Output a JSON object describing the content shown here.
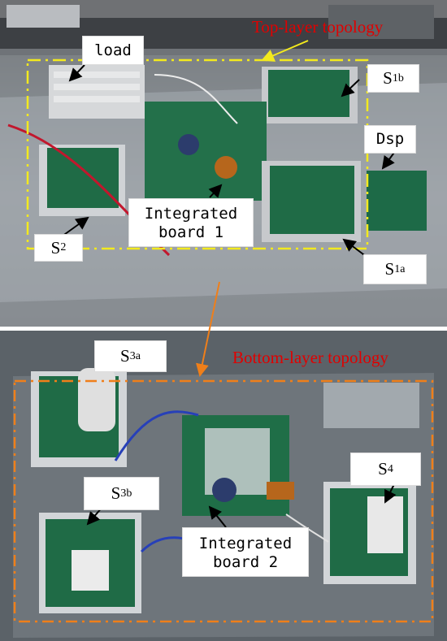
{
  "figure": {
    "top_panel": {
      "title": "Top-layer topology",
      "labels": {
        "load": "load",
        "s1b_main": "S",
        "s1b_sub": "1b",
        "dsp": "Dsp",
        "s2_main": "S",
        "s2_sub": "2",
        "integrated_line1": "Integrated",
        "integrated_line2": "board 1",
        "s1a_main": "S",
        "s1a_sub": "1a"
      }
    },
    "bottom_panel": {
      "title": "Bottom-layer topology",
      "labels": {
        "s3a_main": "S",
        "s3a_sub": "3a",
        "s3b_main": "S",
        "s3b_sub": "3b",
        "s4_main": "S",
        "s4_sub": "4",
        "integrated_line1": "Integrated",
        "integrated_line2": "board 2"
      }
    },
    "colors": {
      "top_frame": "#f3ea1d",
      "bottom_frame": "#ef7f1a",
      "connector": "#ef7f1a",
      "title_red": "#e10000",
      "label_bg": "#ffffff",
      "pcb_green": "#1f6b46",
      "aluminum": "#c9cdd0"
    }
  }
}
